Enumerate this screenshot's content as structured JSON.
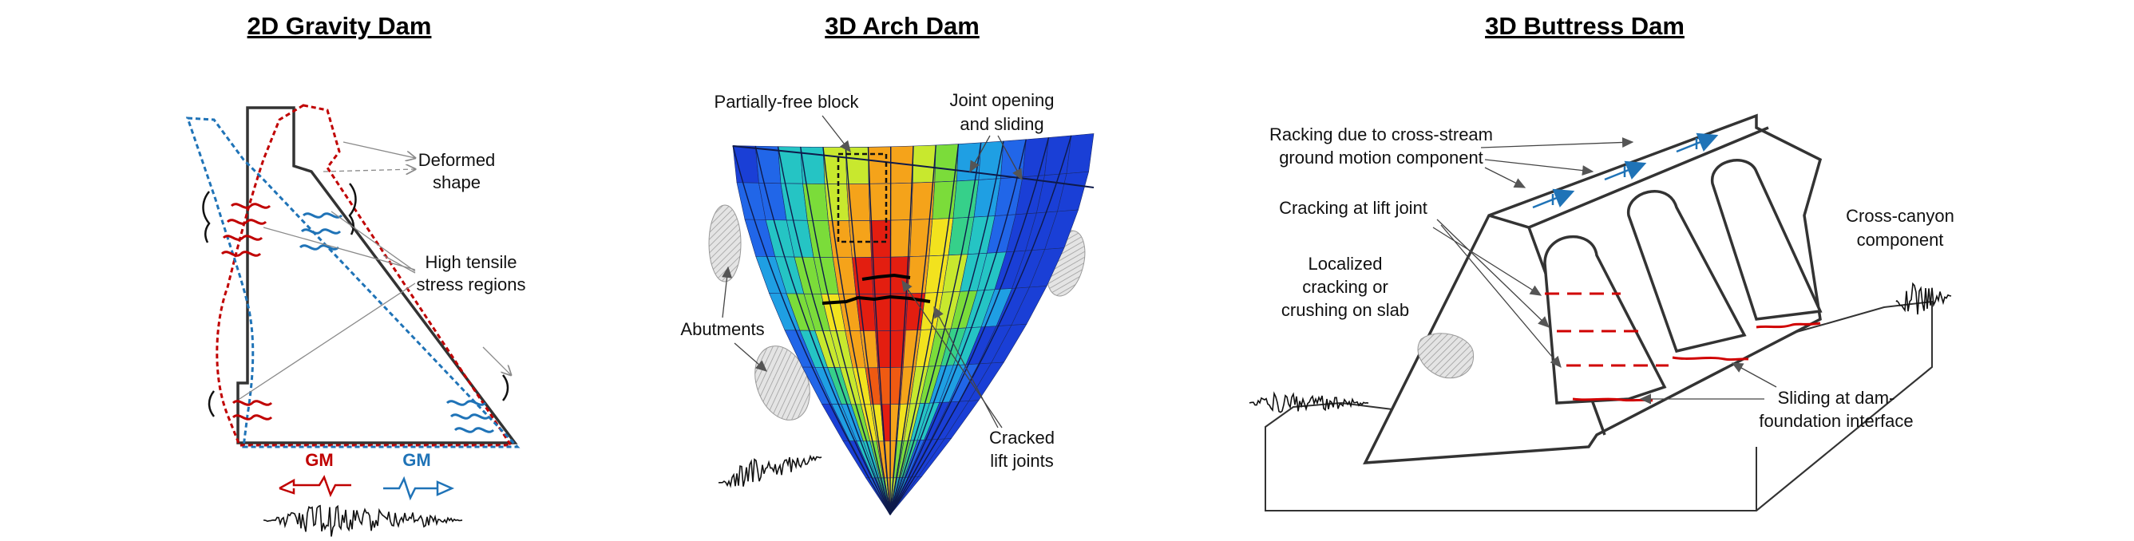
{
  "titles": {
    "gravity": "2D Gravity Dam",
    "arch": "3D Arch Dam",
    "buttress": "3D Buttress Dam"
  },
  "gravity": {
    "deformed_shape": [
      "Deformed",
      "shape"
    ],
    "high_tensile": [
      "High tensile",
      "stress regions"
    ],
    "gm_left": "GM",
    "gm_right": "GM"
  },
  "arch": {
    "partially_free": "Partially-free block",
    "joint_opening": [
      "Joint opening",
      "and sliding"
    ],
    "abutments": "Abutments",
    "cracked": [
      "Cracked",
      "lift joints"
    ]
  },
  "buttress": {
    "racking": [
      "Racking due to cross-stream",
      "ground motion component"
    ],
    "cracking_lift": "Cracking at lift joint",
    "localized": [
      "Localized",
      "cracking or",
      "crushing on slab"
    ],
    "cross_canyon": [
      "Cross-canyon",
      "component"
    ],
    "sliding": [
      "Sliding at dam-",
      "foundation interface"
    ]
  },
  "colors": {
    "red": "#c00000",
    "blue": "#1f73b7",
    "outline": "#333333"
  }
}
